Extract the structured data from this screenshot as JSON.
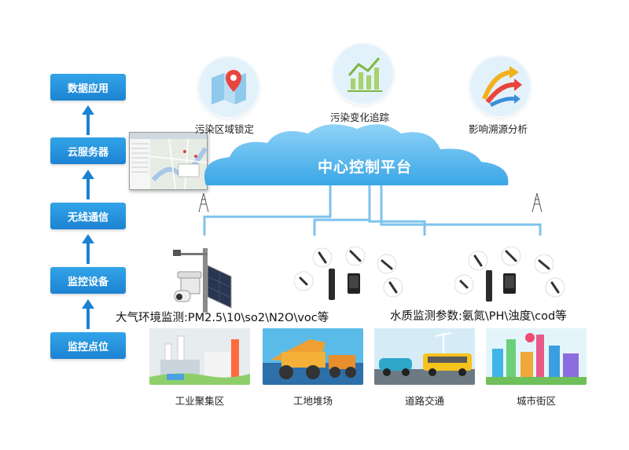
{
  "flow_steps": [
    "数据应用",
    "云服务器",
    "无线通信",
    "监控设备",
    "监控点位"
  ],
  "platform": {
    "title": "中心控制平台"
  },
  "functions": [
    {
      "label": "污染区域锁定",
      "icon": "map-pin-icon"
    },
    {
      "label": "污染变化追踪",
      "icon": "bar-chart-icon"
    },
    {
      "label": "影响溯源分析",
      "icon": "curved-arrows-icon"
    }
  ],
  "monitoring": {
    "air_label": "大气环境监测:PM2.5\\10\\so2\\N2O\\voc等",
    "water_label": "水质监测参数:氨氮\\PH\\浊度\\cod等"
  },
  "scenes": [
    {
      "label": "工业聚集区"
    },
    {
      "label": "工地堆场"
    },
    {
      "label": "道路交通"
    },
    {
      "label": "城市街区"
    }
  ],
  "colors": {
    "accent": "#1c83d2",
    "cloud": "#5bb9ee",
    "line": "#7cc3ec"
  }
}
